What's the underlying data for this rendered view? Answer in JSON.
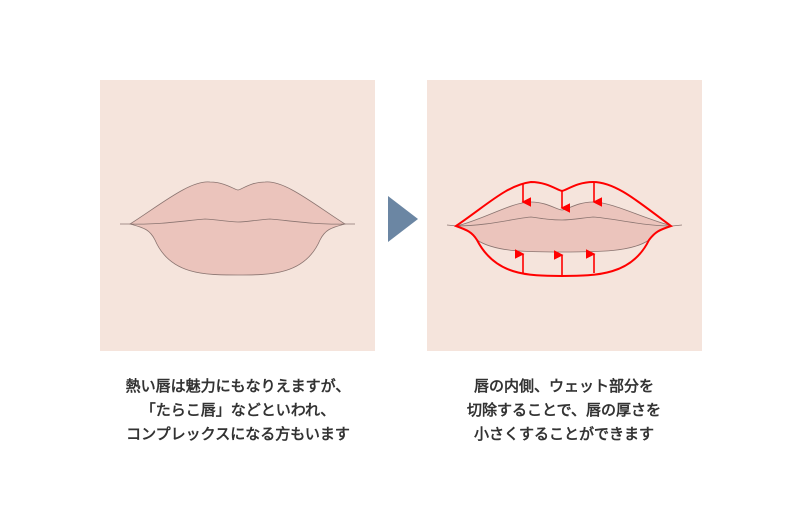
{
  "before": {
    "caption_lines": [
      "熱い唇は魅力にもなりえますが、",
      "「たらこ唇」などといわれ、",
      "コンプレックスになる方もいます"
    ]
  },
  "after": {
    "caption_lines": [
      "唇の内側、ウェット部分を",
      "切除することで、唇の厚さを",
      "小さくすることができます"
    ]
  },
  "colors": {
    "panel": "#f5e4dc",
    "lip": "#ebc4bc",
    "outline": "#ff0000",
    "arrow": "#6b86a3"
  }
}
